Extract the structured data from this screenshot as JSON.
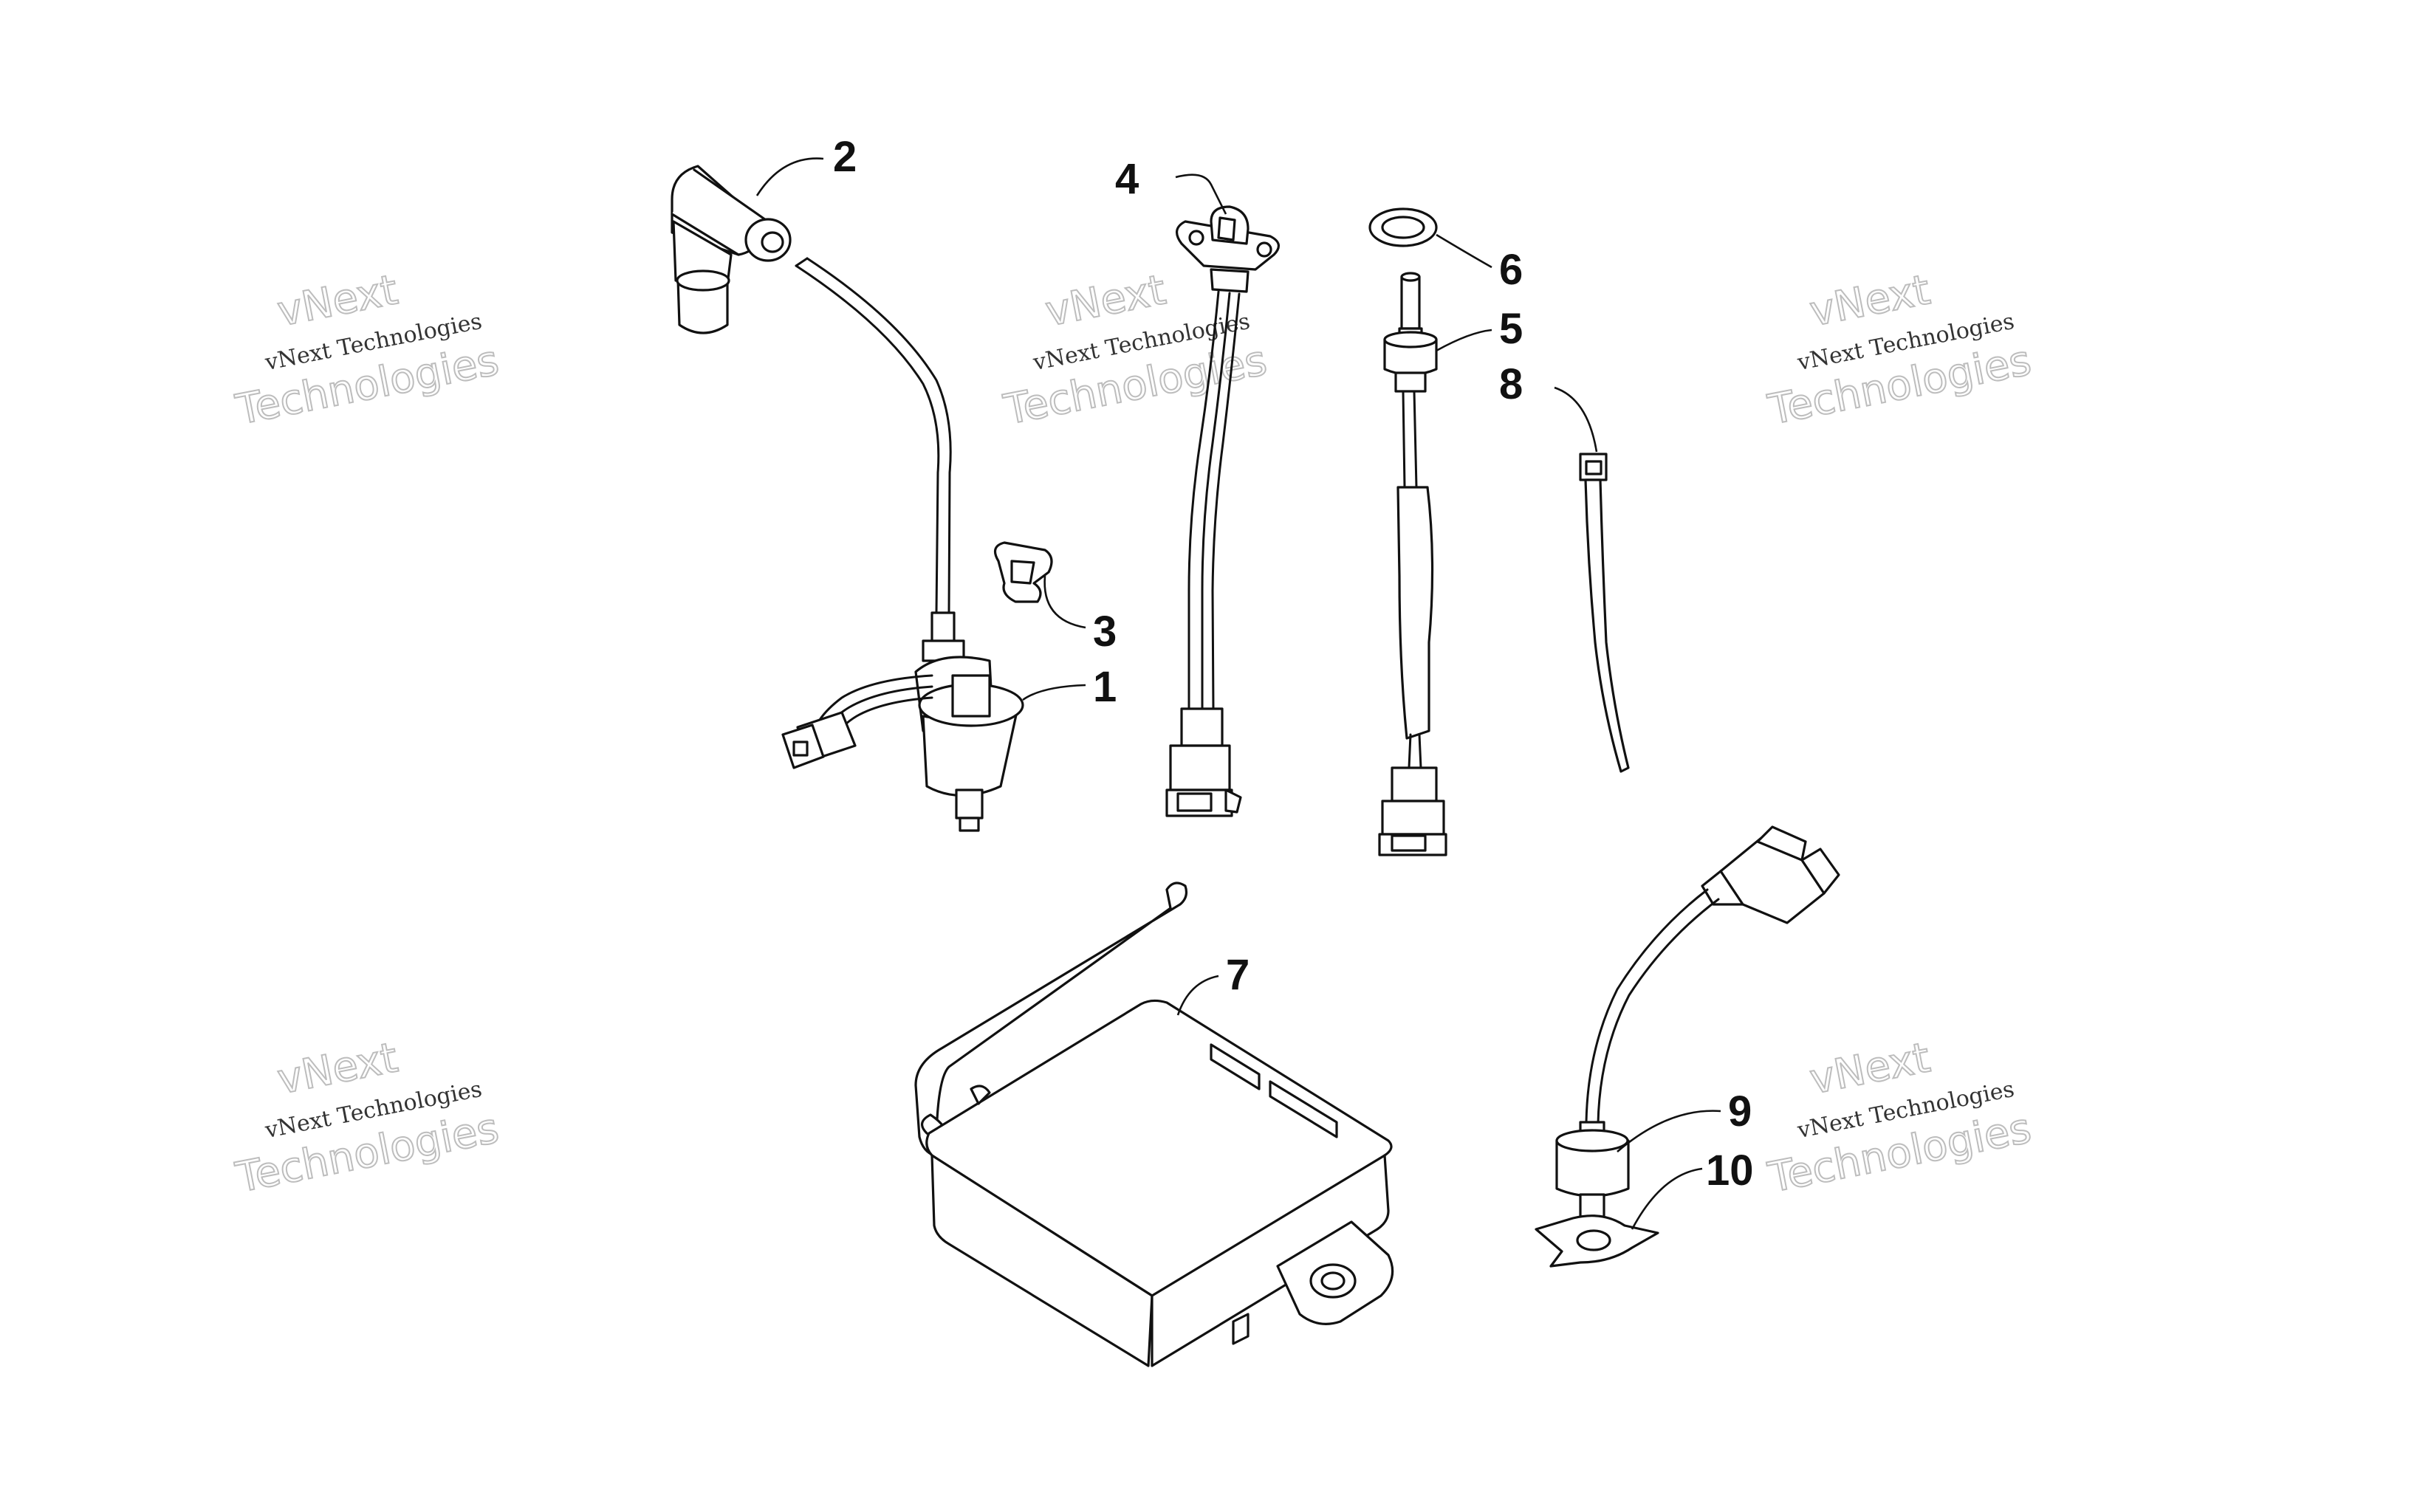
{
  "callouts": {
    "c1": "1",
    "c2": "2",
    "c3": "3",
    "c4": "4",
    "c5": "5",
    "c6": "6",
    "c7": "7",
    "c8": "8",
    "c9": "9",
    "c10": "10"
  },
  "watermark": {
    "line1": "vNext",
    "line2": "vNext Technologies",
    "line3": "Technologies"
  },
  "colors": {
    "line": "#111111",
    "background": "#ffffff",
    "watermark": "#bdbdbd"
  }
}
